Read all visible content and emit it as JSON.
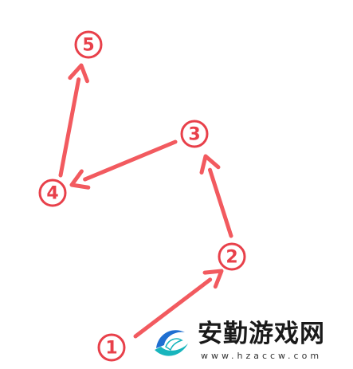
{
  "diagram": {
    "colors": {
      "arrow": "#f25a5f",
      "node_ring": "#e8404a",
      "node_text": "#e8404a",
      "watermark_teal": "#18b5bd",
      "watermark_blue": "#1f6fd1"
    },
    "nodes": [
      {
        "id": "1",
        "label": "1"
      },
      {
        "id": "2",
        "label": "2"
      },
      {
        "id": "3",
        "label": "3"
      },
      {
        "id": "4",
        "label": "4"
      },
      {
        "id": "5",
        "label": "5"
      }
    ],
    "arrows": [
      {
        "from": "1",
        "to": "2"
      },
      {
        "from": "2",
        "to": "3"
      },
      {
        "from": "3",
        "to": "4"
      },
      {
        "from": "4",
        "to": "5"
      }
    ]
  },
  "watermark": {
    "brand": "安勤游戏网",
    "url": "www.hzaccw.com",
    "icon": "hzaccw-logo-icon"
  }
}
